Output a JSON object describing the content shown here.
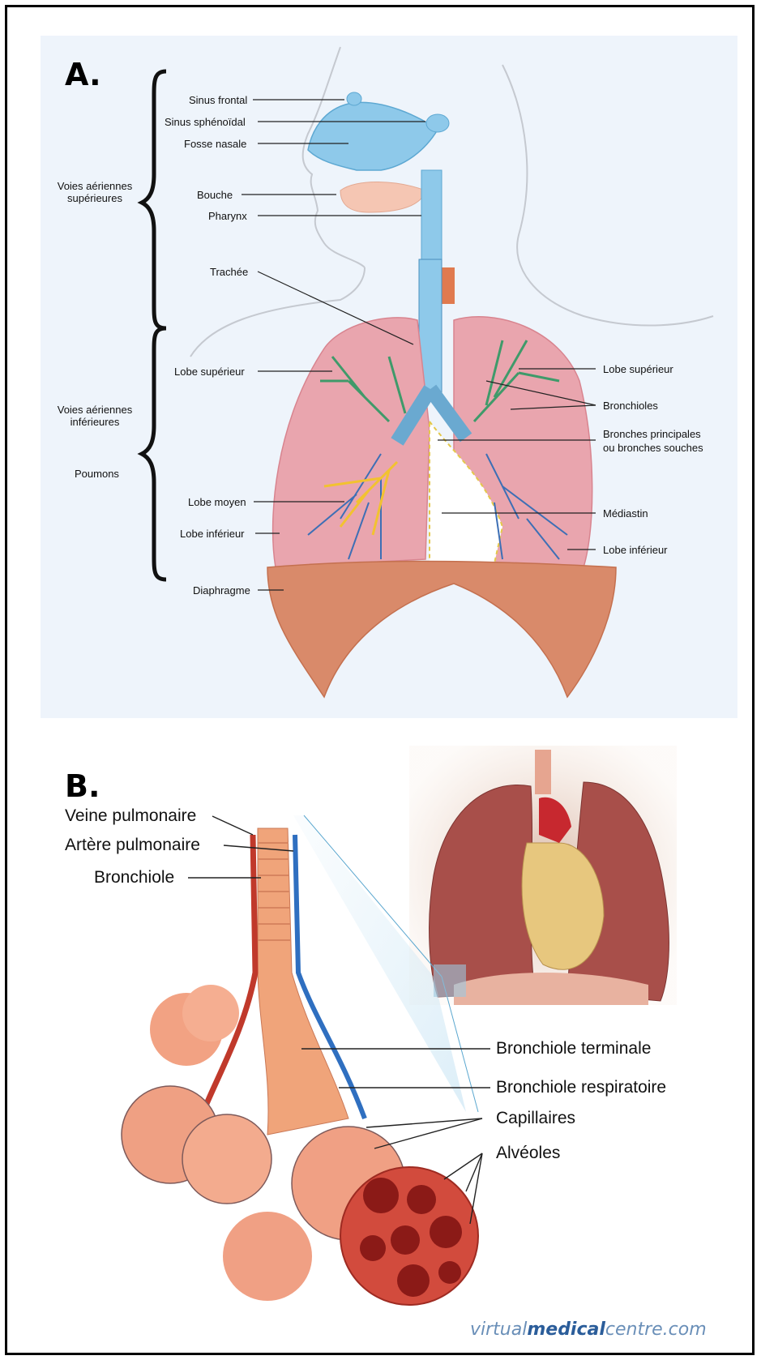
{
  "panels": {
    "a_letter": "A.",
    "b_letter": "B."
  },
  "panel_a": {
    "groups": {
      "upper_airways": "Voies aériennes supérieures",
      "lower_airways": "Voies aériennes inférieures",
      "lungs": "Poumons"
    },
    "left_labels": {
      "sinus_frontal": "Sinus frontal",
      "sinus_sphenoidal": "Sinus sphénoïdal",
      "fosse_nasale": "Fosse nasale",
      "bouche": "Bouche",
      "pharynx": "Pharynx",
      "trachee": "Trachée",
      "lobe_superieur": "Lobe supérieur",
      "lobe_moyen": "Lobe moyen",
      "lobe_inferieur": "Lobe inférieur",
      "diaphragme": "Diaphragme"
    },
    "right_labels": {
      "lobe_superieur": "Lobe supérieur",
      "bronchioles": "Bronchioles",
      "bronches_line1": "Bronches principales",
      "bronches_line2": "ou bronches souches",
      "mediastin": "Médiastin",
      "lobe_inferieur": "Lobe inférieur"
    }
  },
  "panel_b": {
    "left_labels": {
      "veine_pulmonaire": "Veine pulmonaire",
      "artere_pulmonaire": "Artère pulmonaire",
      "bronchiole": "Bronchiole"
    },
    "right_labels": {
      "bronchiole_terminale": "Bronchiole terminale",
      "bronchiole_respiratoire": "Bronchiole respiratoire",
      "capillaires": "Capillaires",
      "alveoles": "Alvéoles"
    },
    "watermark_prefix": "virtual",
    "watermark_brand": "medical",
    "watermark_suffix": "centre.com"
  },
  "colors": {
    "airway_blue": "#8ec9ea",
    "lung_pink": "#e9a5ae",
    "diaphragm": "#d98a6a",
    "bronchiole_green": "#3f9a6a",
    "lobe_yellow": "#f2c230",
    "vessel_red": "#c0392b",
    "vessel_blue": "#2f6fc0"
  }
}
